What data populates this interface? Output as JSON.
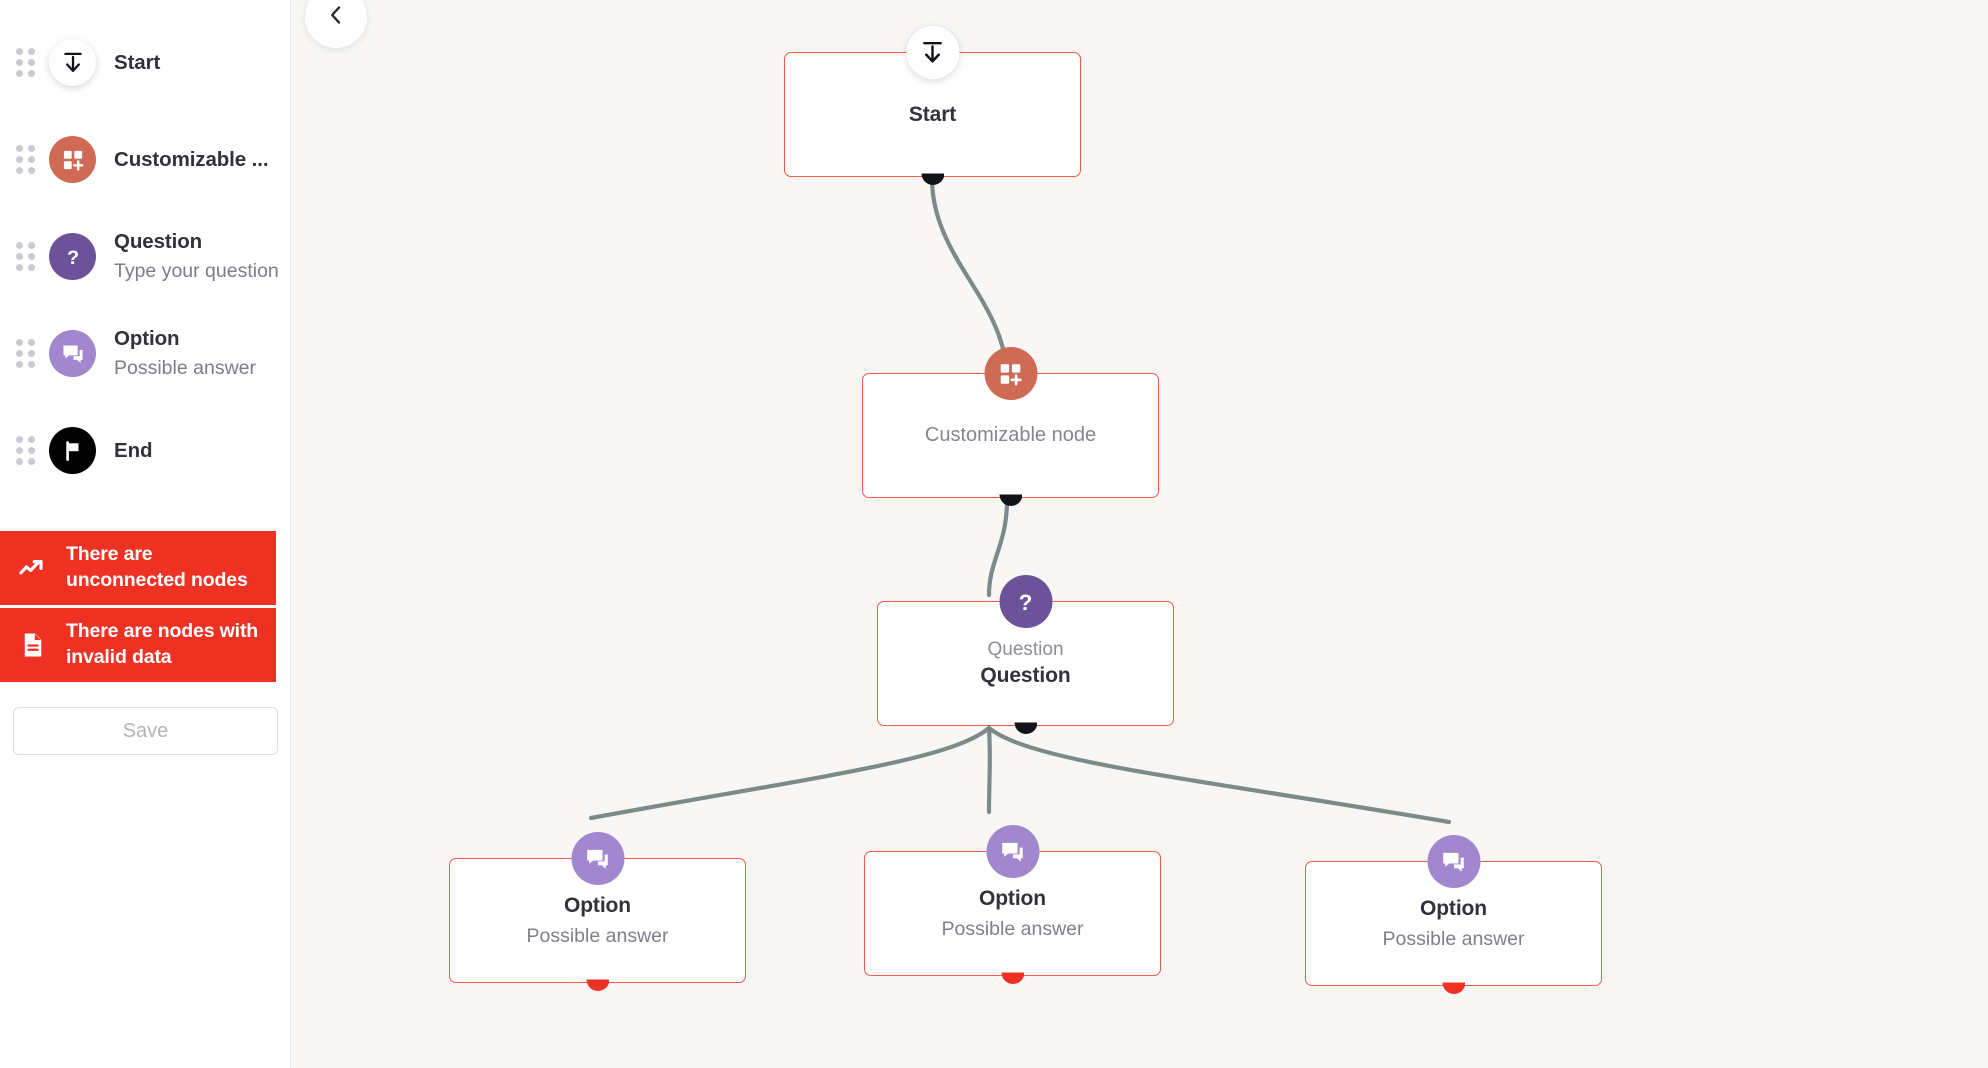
{
  "sidebar": {
    "items": [
      {
        "title": "Start",
        "subtitle": "",
        "icon": "start-arrow-icon"
      },
      {
        "title": "Customizable ...",
        "subtitle": "",
        "icon": "customizable-grid-plus-icon"
      },
      {
        "title": "Question",
        "subtitle": "Type your question",
        "icon": "question-mark-icon"
      },
      {
        "title": "Option",
        "subtitle": "Possible answer",
        "icon": "chat-bubble-icon"
      },
      {
        "title": "End",
        "subtitle": "",
        "icon": "flag-icon"
      }
    ],
    "warnings": [
      {
        "text": "There are unconnected nodes",
        "icon": "trend-arrow-icon"
      },
      {
        "text": "There are nodes with invalid data",
        "icon": "document-icon"
      }
    ],
    "save_label": "Save"
  },
  "canvas": {
    "collapse_label": "",
    "nodes": {
      "start": {
        "title": "Start",
        "badge_icon": "start-arrow-icon"
      },
      "custom": {
        "title": "Customizable node",
        "badge_icon": "customizable-grid-plus-icon"
      },
      "question": {
        "label": "Question",
        "title": "Question",
        "badge_icon": "question-mark-icon"
      },
      "option1": {
        "title": "Option",
        "subtitle": "Possible answer",
        "badge_icon": "chat-bubble-icon"
      },
      "option2": {
        "title": "Option",
        "subtitle": "Possible answer",
        "badge_icon": "chat-bubble-icon"
      },
      "option3": {
        "title": "Option",
        "subtitle": "Possible answer",
        "badge_icon": "chat-bubble-icon"
      }
    }
  },
  "colors": {
    "accent_red": "#ef3124",
    "node_border": "#f05a46",
    "orange": "#cf6a54",
    "purple_dark": "#6c5399",
    "purple_light": "#a287cf",
    "canvas_bg": "#f8f7f5",
    "edge": "#7c8a89"
  }
}
